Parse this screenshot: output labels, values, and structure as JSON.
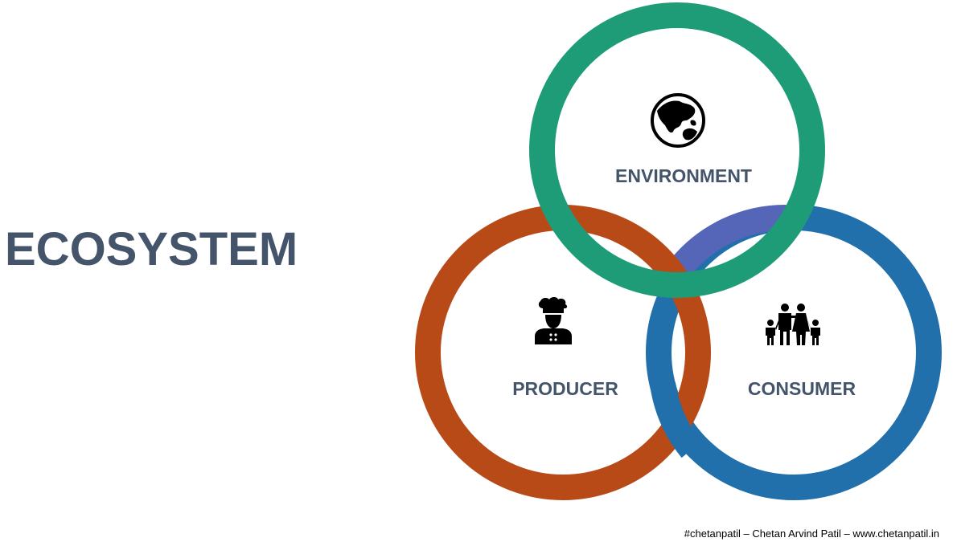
{
  "title": "ECOSYSTEM",
  "nodes": {
    "environment": {
      "label": "ENVIRONMENT",
      "icon": "globe-icon",
      "color": "#1e9c78"
    },
    "producer": {
      "label": "PRODUCER",
      "icon": "chef-icon",
      "color": "#b84a17"
    },
    "consumer": {
      "label": "CONSUMER",
      "icon": "family-icon",
      "color": "#2170ab"
    }
  },
  "overlap_color": "#5566b8",
  "text_color": "#44546a",
  "footer": "#chetanpatil – Chetan Arvind Patil – www.chetanpatil.in"
}
